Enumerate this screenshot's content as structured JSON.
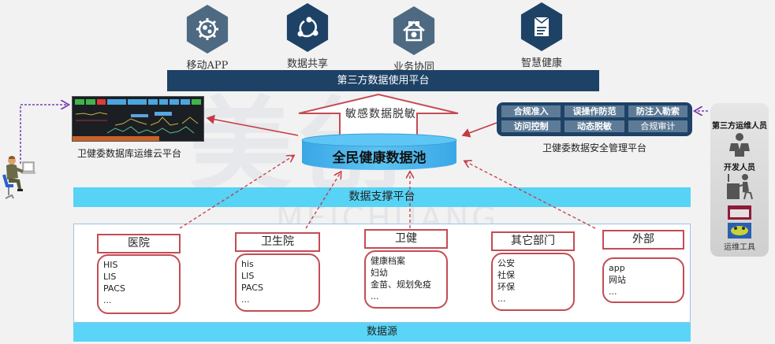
{
  "top_apps": [
    {
      "label": "移动APP",
      "icon": "virus-gear-icon",
      "color": "#4e6a82"
    },
    {
      "label": "数据共享",
      "icon": "share-icon",
      "color": "#1e4266"
    },
    {
      "label": "业务协同",
      "icon": "house-puzzle-icon",
      "color": "#4e6a82"
    },
    {
      "label": "智慧健康",
      "icon": "envelope-document-icon",
      "color": "#1e4266"
    }
  ],
  "third_party_platform": "第三方数据使用平台",
  "ops_cloud": {
    "caption": "卫健委数据库运维云平台"
  },
  "desensitize_label": "敏感数据脱敏",
  "data_pool_label": "全民健康数据池",
  "security_platform": {
    "items": [
      "合规准入",
      "误操作防范",
      "防注入勒索",
      "访问控制",
      "动态脱敏",
      "合规审计"
    ],
    "caption": "卫健委数据安全管理平台"
  },
  "side_panel": {
    "third_party_ops": "第三方运维人员",
    "developers": "开发人员",
    "ops_tools": "运维工具"
  },
  "support_platform": "数据支撑平台",
  "sources": [
    {
      "title": "医院",
      "items": [
        "HIS",
        "LIS",
        "PACS",
        "..."
      ]
    },
    {
      "title": "卫生院",
      "items": [
        "his",
        "LIS",
        "PACS",
        "..."
      ]
    },
    {
      "title": "卫健",
      "items": [
        "健康档案",
        "妇幼",
        "金苗、规划免疫",
        "..."
      ]
    },
    {
      "title": "其它部门",
      "items": [
        "公安",
        "社保",
        "环保",
        "..."
      ]
    },
    {
      "title": "外部",
      "items": [
        "app",
        "网站",
        "..."
      ]
    }
  ],
  "data_source_label": "数据源",
  "watermark": {
    "logo": "美创",
    "text": "MEICHUANG"
  },
  "colors": {
    "navy": "#1e4266",
    "slate": "#4e6a82",
    "cyan": "#56d3f5",
    "red": "#c44c55",
    "purple": "#7b3fb5"
  }
}
